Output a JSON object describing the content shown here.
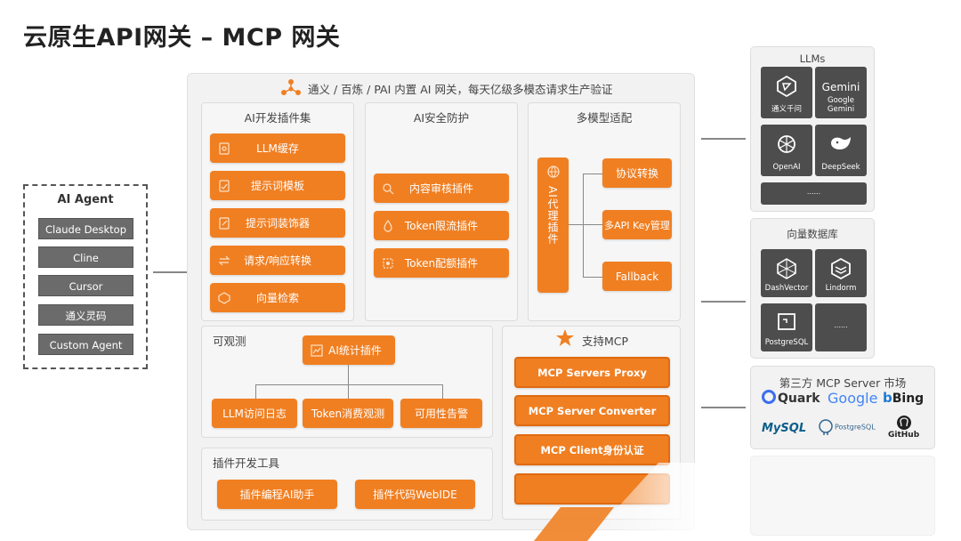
{
  "title": "云原生API网关 – MCP 网关",
  "top_caption": "通义 / 百炼 / PAI 内置 AI 网关，每天亿级多模态请求生产验证",
  "agent": {
    "title": "AI Agent",
    "items": [
      "Claude Desktop",
      "Cline",
      "Cursor",
      "通义灵码",
      "Custom Agent"
    ]
  },
  "plugins": {
    "title": "AI开发插件集",
    "items": [
      "LLM缓存",
      "提示词模板",
      "提示词装饰器",
      "请求/响应转换",
      "向量检索"
    ]
  },
  "security": {
    "title": "AI安全防护",
    "items": [
      "内容审核插件",
      "Token限流插件",
      "Token配额插件"
    ]
  },
  "multimodel": {
    "title": "多模型适配",
    "proxy_label": "AI代理插件",
    "items": [
      "协议转换",
      "多API Key管理",
      "Fallback"
    ]
  },
  "observability": {
    "title": "可观测",
    "root": "AI统计插件",
    "items": [
      "LLM访问日志",
      "Token消费观测",
      "可用性告警"
    ]
  },
  "devtools": {
    "title": "插件开发工具",
    "items": [
      "插件编程AI助手",
      "插件代码WebIDE"
    ]
  },
  "mcp": {
    "title": "支持MCP",
    "items": [
      "MCP Servers Proxy",
      "MCP Server Converter",
      "MCP Client身份认证",
      ""
    ]
  },
  "llms": {
    "title": "LLMs",
    "items": [
      "通义千问",
      "Google Gemini",
      "OpenAI",
      "DeepSeek",
      "......"
    ],
    "gemini_wordmark": "Gemini"
  },
  "vectordb": {
    "title": "向量数据库",
    "items": [
      "DashVector",
      "Lindorm",
      "PostgreSQL",
      "......"
    ]
  },
  "market": {
    "title": "第三方 MCP Server 市场",
    "brands": [
      "Quark",
      "Google",
      "Bing",
      "MySQL",
      "PostgreSQL",
      "GitHub"
    ]
  },
  "colors": {
    "accent": "#f07f22",
    "tile": "#4d4d4d",
    "agent_item": "#6b6b6b"
  }
}
